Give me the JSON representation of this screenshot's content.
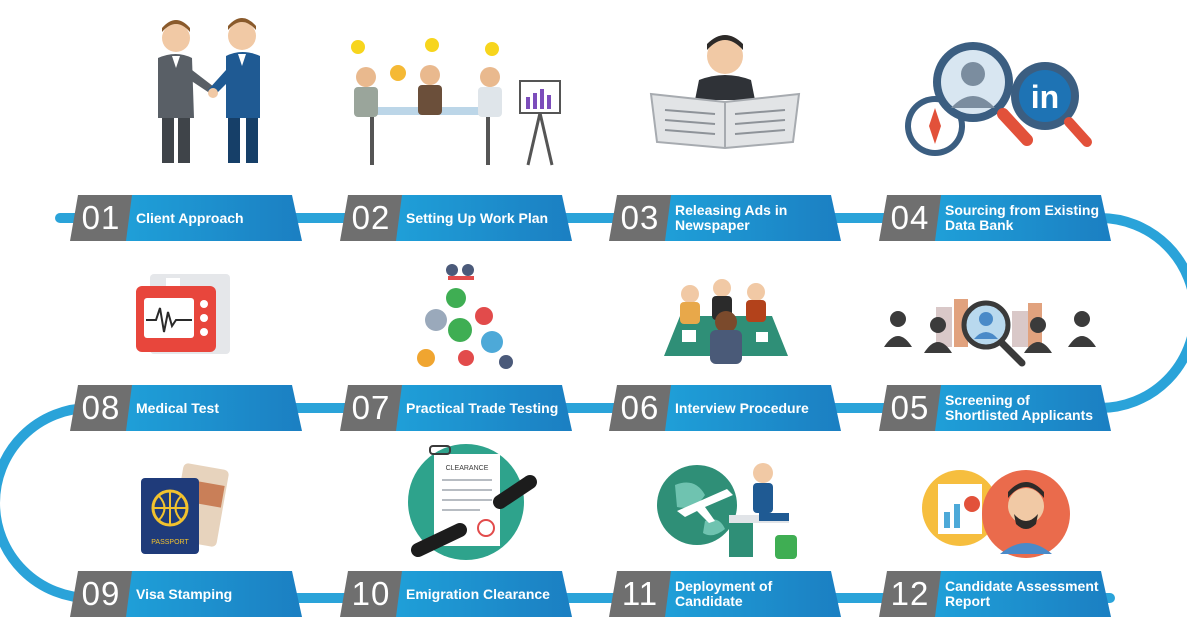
{
  "steps": [
    {
      "num": "01",
      "label": "Client Approach"
    },
    {
      "num": "02",
      "label": "Setting Up Work Plan"
    },
    {
      "num": "03",
      "label": "Releasing Ads in Newspaper"
    },
    {
      "num": "04",
      "label": "Sourcing from Existing Data Bank"
    },
    {
      "num": "05",
      "label": "Screening of Shortlisted Applicants"
    },
    {
      "num": "06",
      "label": "Interview Procedure"
    },
    {
      "num": "07",
      "label": "Practical Trade Testing"
    },
    {
      "num": "08",
      "label": "Medical Test"
    },
    {
      "num": "09",
      "label": "Visa Stamping"
    },
    {
      "num": "10",
      "label": "Emigration Clearance"
    },
    {
      "num": "11",
      "label": "Deployment of Candidate"
    },
    {
      "num": "12",
      "label": "Candidate Assessment Report"
    }
  ],
  "illustrations": {
    "clearance_doc": "CLEARANCE",
    "passport": "PASSPORT",
    "linkedin": "in"
  },
  "colors": {
    "track": "#2aa3d9",
    "label_start": "#1f9fd8",
    "label_end": "#1b7fc2",
    "number_box": "#6f6f6f"
  }
}
